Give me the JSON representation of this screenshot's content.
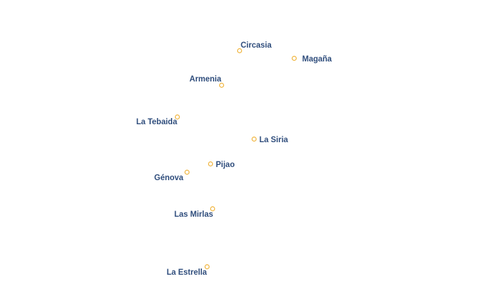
{
  "map": {
    "marker_color": "#f0b43c",
    "label_color": "#2f4d7c",
    "label_halo_color": "#ffffff",
    "places": [
      {
        "id": "circasia",
        "name": "Circasia"
      },
      {
        "id": "magana",
        "name": "Magaña"
      },
      {
        "id": "armenia",
        "name": "Armenia"
      },
      {
        "id": "la-tebaida",
        "name": "La Tebaida"
      },
      {
        "id": "la-siria",
        "name": "La Siria"
      },
      {
        "id": "pijao",
        "name": "Pijao"
      },
      {
        "id": "genova",
        "name": "Génova"
      },
      {
        "id": "las-mirlas",
        "name": "Las Mirlas"
      },
      {
        "id": "la-estrella",
        "name": "La Estrella"
      }
    ]
  }
}
